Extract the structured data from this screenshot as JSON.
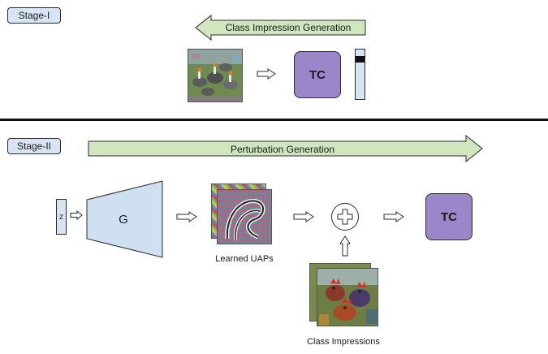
{
  "stage1": {
    "label": "Stage-I",
    "arrow_label": "Class Impression Generation",
    "tc_label": "TC"
  },
  "stage2": {
    "label": "Stage-II",
    "arrow_label": "Perturbation Generation",
    "z_label": "z",
    "g_label": "G",
    "tc_label": "TC",
    "uap_caption": "Learned UAPs",
    "ci_caption": "Class Impressions"
  },
  "colors": {
    "stage_label_fill": "#d6e4f3",
    "arrow_green": "#cfe6bf",
    "tc_purple": "#9a86c8",
    "generator_blue": "#cfe0f1"
  }
}
